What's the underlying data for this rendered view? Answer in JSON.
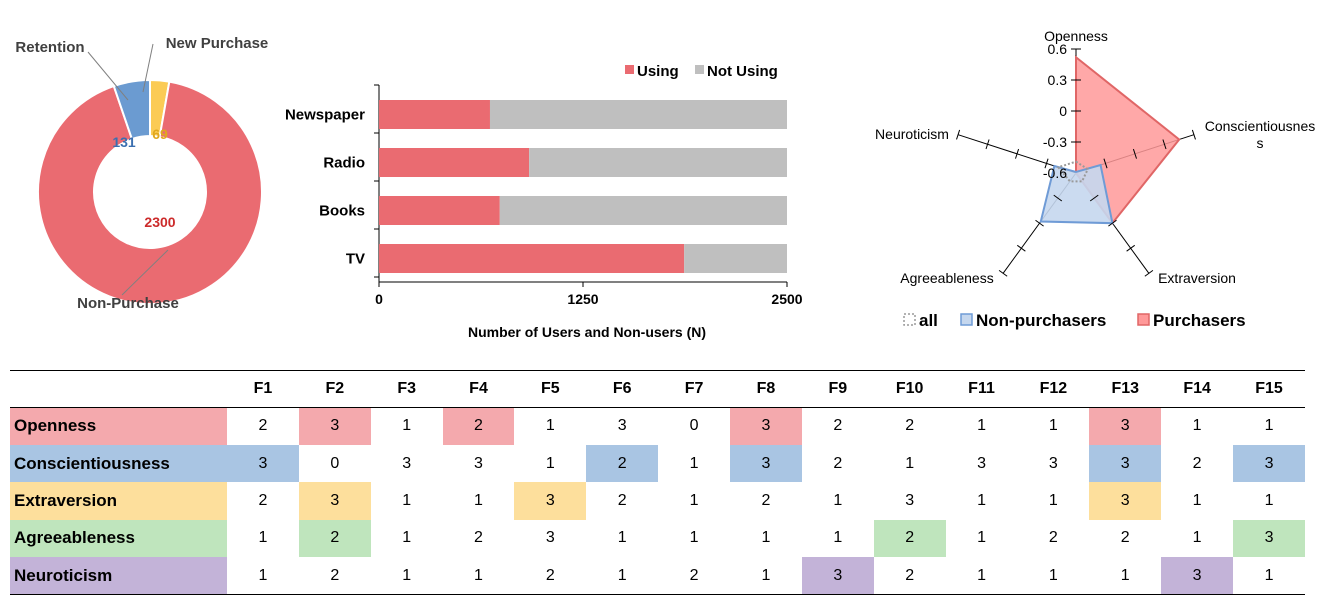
{
  "colors": {
    "red": "#ea6b71",
    "light_red": "#f4a9ad",
    "blue": "#6b9bd1",
    "light_blue": "#a9c5e3",
    "gray": "#bfbfbf",
    "yellow": "#fbcb55",
    "light_yellow": "#fddf9c",
    "light_green": "#bfe5bd",
    "light_purple": "#c3b3d8",
    "radar_red_fill": "#ff9999",
    "radar_red_line": "#e06666",
    "radar_blue_fill": "#c5d7ee",
    "radar_blue_line": "#6f9bd6"
  },
  "chart_data": [
    {
      "type": "pie",
      "variant": "donut",
      "categories": [
        "Non-Purchase",
        "Retention",
        "New Purchase"
      ],
      "values": [
        2300,
        131,
        69
      ],
      "data_labels": [
        "2300",
        "131",
        "69"
      ],
      "label_colors": [
        "#cc2b2b",
        "#3b6fb0",
        "#e0a81e"
      ]
    },
    {
      "type": "bar",
      "orientation": "horizontal",
      "stacked": true,
      "categories": [
        "Newspaper",
        "Radio",
        "Books",
        "TV"
      ],
      "series": [
        {
          "name": "Using",
          "values": [
            680,
            920,
            740,
            1870
          ]
        },
        {
          "name": "Not Using",
          "values": [
            1820,
            1580,
            1760,
            630
          ]
        }
      ],
      "xlabel": "Number of Users and Non-users (N)",
      "xlim": [
        0,
        2500
      ],
      "xticks": [
        "0",
        "1250",
        "2500"
      ],
      "legend": "top-right"
    },
    {
      "type": "radar",
      "axes": [
        "Openness",
        "Conscientiousnes",
        "Extraversion",
        "Agreeableness",
        "Neuroticism"
      ],
      "axis_label_wrap": {
        "Conscientiousnes": "s"
      },
      "range": [
        -0.6,
        0.6
      ],
      "ticks": [
        "0.6",
        "0.3",
        "0",
        "-0.3",
        "-0.6"
      ],
      "series": [
        {
          "name": "all",
          "values": [
            -0.49,
            -0.48,
            -0.5,
            -0.5,
            -0.42
          ]
        },
        {
          "name": "Non-purchasers",
          "values": [
            -0.59,
            -0.35,
            0.0,
            -0.02,
            -0.38
          ]
        },
        {
          "name": "Purchasers",
          "values": [
            0.52,
            0.45,
            0.0,
            -0.6,
            -0.6
          ]
        }
      ],
      "legend": "bottom"
    },
    {
      "type": "table",
      "columns": [
        "F1",
        "F2",
        "F3",
        "F4",
        "F5",
        "F6",
        "F7",
        "F8",
        "F9",
        "F10",
        "F11",
        "F12",
        "F13",
        "F14",
        "F15"
      ],
      "rows": [
        {
          "label": "Openness",
          "color": "light_red",
          "values": [
            "2",
            "3",
            "1",
            "2",
            "1",
            "3",
            "0",
            "3",
            "2",
            "2",
            "1",
            "1",
            "3",
            "1",
            "1"
          ],
          "highlight": [
            1,
            3,
            7,
            12
          ]
        },
        {
          "label": "Conscientiousness",
          "color": "light_blue",
          "values": [
            "3",
            "0",
            "3",
            "3",
            "1",
            "2",
            "1",
            "3",
            "2",
            "1",
            "3",
            "3",
            "3",
            "2",
            "3"
          ],
          "highlight": [
            0,
            5,
            7,
            12,
            14
          ]
        },
        {
          "label": "Extraversion",
          "color": "light_yellow",
          "values": [
            "2",
            "3",
            "1",
            "1",
            "3",
            "2",
            "1",
            "2",
            "1",
            "3",
            "1",
            "1",
            "3",
            "1",
            "1"
          ],
          "highlight": [
            1,
            4,
            12
          ]
        },
        {
          "label": "Agreeableness",
          "color": "light_green",
          "values": [
            "1",
            "2",
            "1",
            "2",
            "3",
            "1",
            "1",
            "1",
            "1",
            "2",
            "1",
            "2",
            "2",
            "1",
            "3"
          ],
          "highlight": [
            1,
            9,
            14
          ]
        },
        {
          "label": "Neuroticism",
          "color": "light_purple",
          "values": [
            "1",
            "2",
            "1",
            "1",
            "2",
            "1",
            "2",
            "1",
            "3",
            "2",
            "1",
            "1",
            "1",
            "3",
            "1"
          ],
          "highlight": [
            8,
            13
          ]
        }
      ]
    }
  ]
}
